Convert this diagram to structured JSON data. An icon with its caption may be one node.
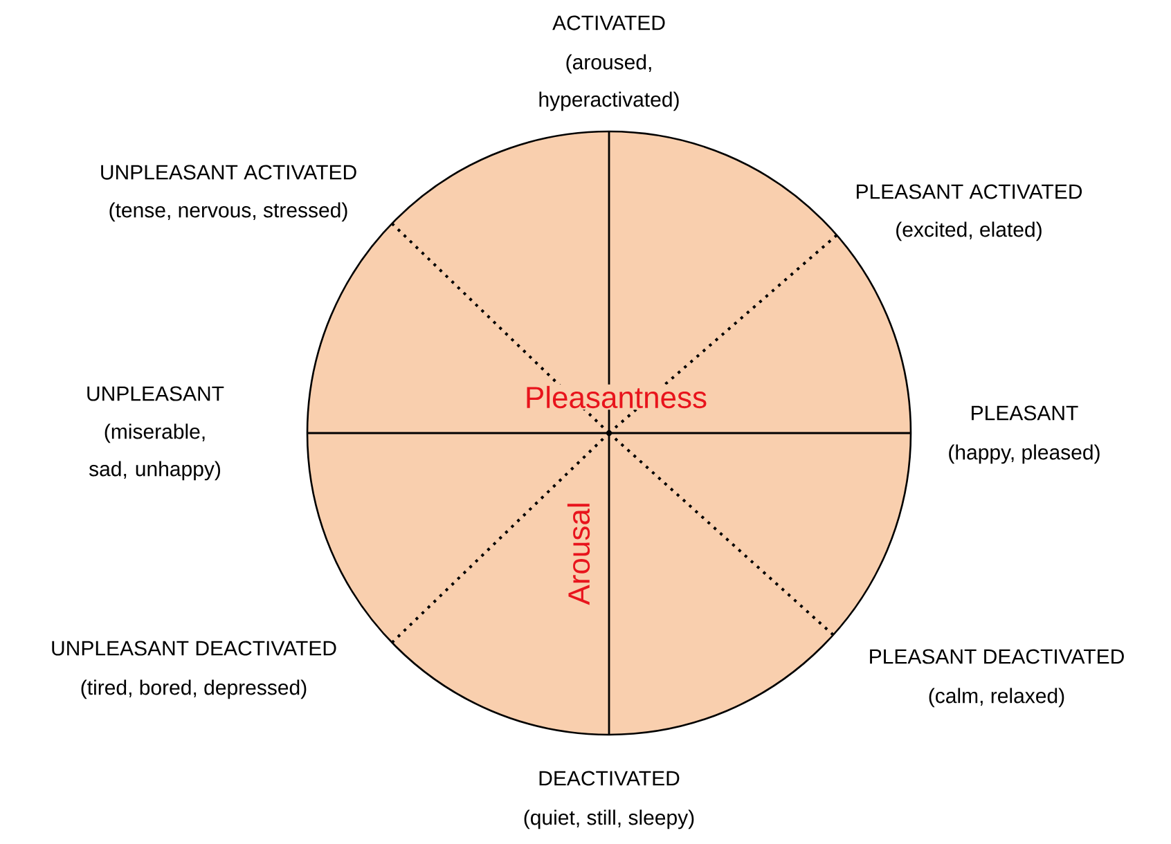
{
  "diagram": {
    "nodes": [
      {
        "text": [
          "Pleasantness",
          "Arousal"
        ]
      }
    ],
    "labels": [
      "ACTIVATED",
      "(aroused, hyperactivated)",
      "UNPLEASANT ACTIVATED",
      "(tense, nervous, stressed)",
      "PLEASANT ACTIVATED",
      "(excited, elated)",
      "UNPLEASANT",
      "(miserable, sad, unhappy)",
      "PLEASANT",
      "(happy, pleased)",
      "UNPLEASANT DEACTIVATED",
      "(tired, bored, depressed)",
      "PLEASANT DEACTIVATED",
      "(calm, relaxed)",
      "DEACTIVATED",
      "(quiet, still, sleepy)"
    ]
  }
}
